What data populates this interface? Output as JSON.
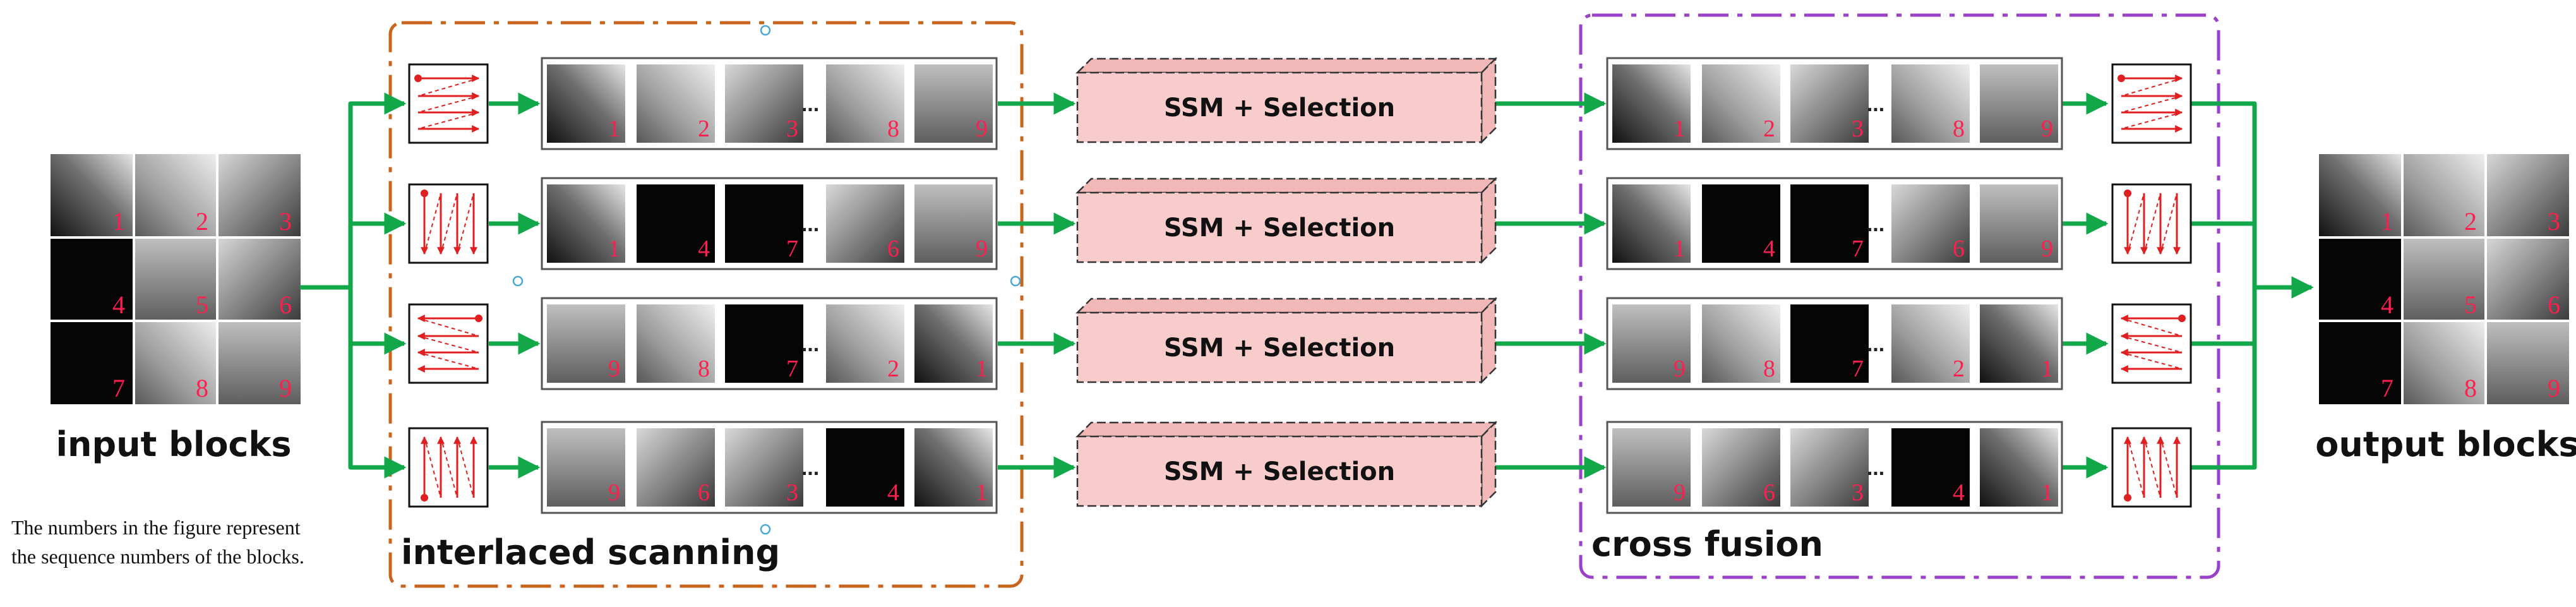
{
  "labels": {
    "input": "input blocks",
    "output": "output blocks",
    "interlaced": "interlaced scanning",
    "fusion": "cross fusion",
    "ssm": "SSM + Selection",
    "ellipsis": "...",
    "note_line1": "The numbers in the figure represent",
    "note_line2": "the sequence numbers of the blocks."
  },
  "grid_numbers": [
    "1",
    "2",
    "3",
    "4",
    "5",
    "6",
    "7",
    "8",
    "9"
  ],
  "rows": [
    {
      "scan": "horizontal-forward",
      "tiles": [
        "1",
        "2",
        "3",
        "8",
        "9"
      ]
    },
    {
      "scan": "vertical-forward",
      "tiles": [
        "1",
        "4",
        "7",
        "6",
        "9"
      ]
    },
    {
      "scan": "horizontal-reverse",
      "tiles": [
        "9",
        "8",
        "7",
        "2",
        "1"
      ]
    },
    {
      "scan": "vertical-reverse",
      "tiles": [
        "9",
        "6",
        "3",
        "4",
        "1"
      ]
    }
  ],
  "colors": {
    "arrow": "#12a84a",
    "scan_box": "#c8641e",
    "fusion_box": "#9b40c8",
    "ssm_fill": "#f9cccc",
    "ssm_side": "#f2b8b8",
    "numbers": "#ff1e50",
    "scan_icon": "#e02020"
  }
}
